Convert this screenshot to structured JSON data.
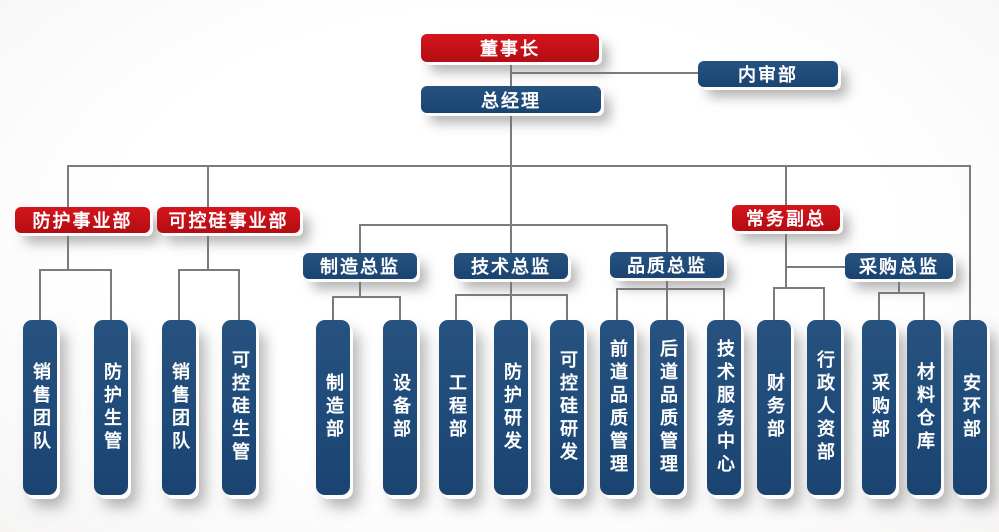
{
  "diagram_type": "organization-chart",
  "colors": {
    "executive_box_red": "#c31017",
    "department_box_blue": "#1f4b7a",
    "connector_gray": "#7b7b7b",
    "label_text": "#ffffff"
  },
  "nodes": {
    "chairman": {
      "label": "董事长"
    },
    "general_manager": {
      "label": "总经理"
    },
    "internal_audit": {
      "label": "内审部"
    },
    "protection_division": {
      "label": "防护事业部"
    },
    "scr_division": {
      "label": "可控硅事业部"
    },
    "manufacturing_director": {
      "label": "制造总监"
    },
    "technology_director": {
      "label": "技术总监"
    },
    "quality_director": {
      "label": "品质总监"
    },
    "executive_vp": {
      "label": "常务副总"
    },
    "purchasing_director": {
      "label": "采购总监"
    },
    "sales_team_1": {
      "label": "销售团队"
    },
    "protection_production": {
      "label": "防护生管"
    },
    "sales_team_2": {
      "label": "销售团队"
    },
    "scr_production": {
      "label": "可控硅生管"
    },
    "manufacturing_dept": {
      "label": "制造部"
    },
    "equipment_dept": {
      "label": "设备部"
    },
    "engineering_dept": {
      "label": "工程部"
    },
    "protection_rd": {
      "label": "防护研发"
    },
    "scr_rd": {
      "label": "可控硅研发"
    },
    "front_process_quality": {
      "label": "前道品质管理"
    },
    "back_process_quality": {
      "label": "后道品质管理"
    },
    "tech_service_center": {
      "label": "技术服务中心"
    },
    "finance_dept": {
      "label": "财务部"
    },
    "admin_hr_dept": {
      "label": "行政人资部"
    },
    "purchasing_dept": {
      "label": "采购部"
    },
    "material_warehouse": {
      "label": "材料仓库"
    },
    "safety_env_dept": {
      "label": "安环部"
    }
  }
}
